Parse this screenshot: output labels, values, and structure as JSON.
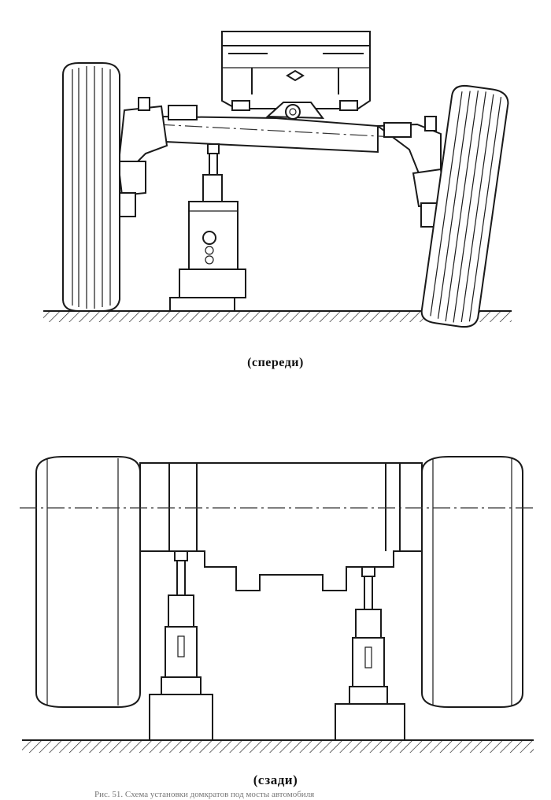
{
  "captions": {
    "front": "(спереди)",
    "rear": "(сзади)"
  },
  "figure_title": "Рис. 51. Схема установки домкратов под мосты автомобиля"
}
